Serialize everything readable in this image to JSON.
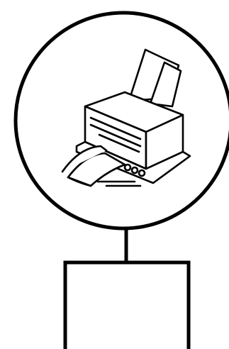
{
  "diagram": {
    "nodes": [
      {
        "id": "printer-node",
        "shape": "circle",
        "icon": "printer-icon"
      },
      {
        "id": "device-box",
        "shape": "rectangle",
        "label": ""
      }
    ],
    "edges": [
      {
        "from": "printer-node",
        "to": "device-box"
      }
    ],
    "colors": {
      "stroke": "#000000",
      "background": "#ffffff"
    }
  }
}
